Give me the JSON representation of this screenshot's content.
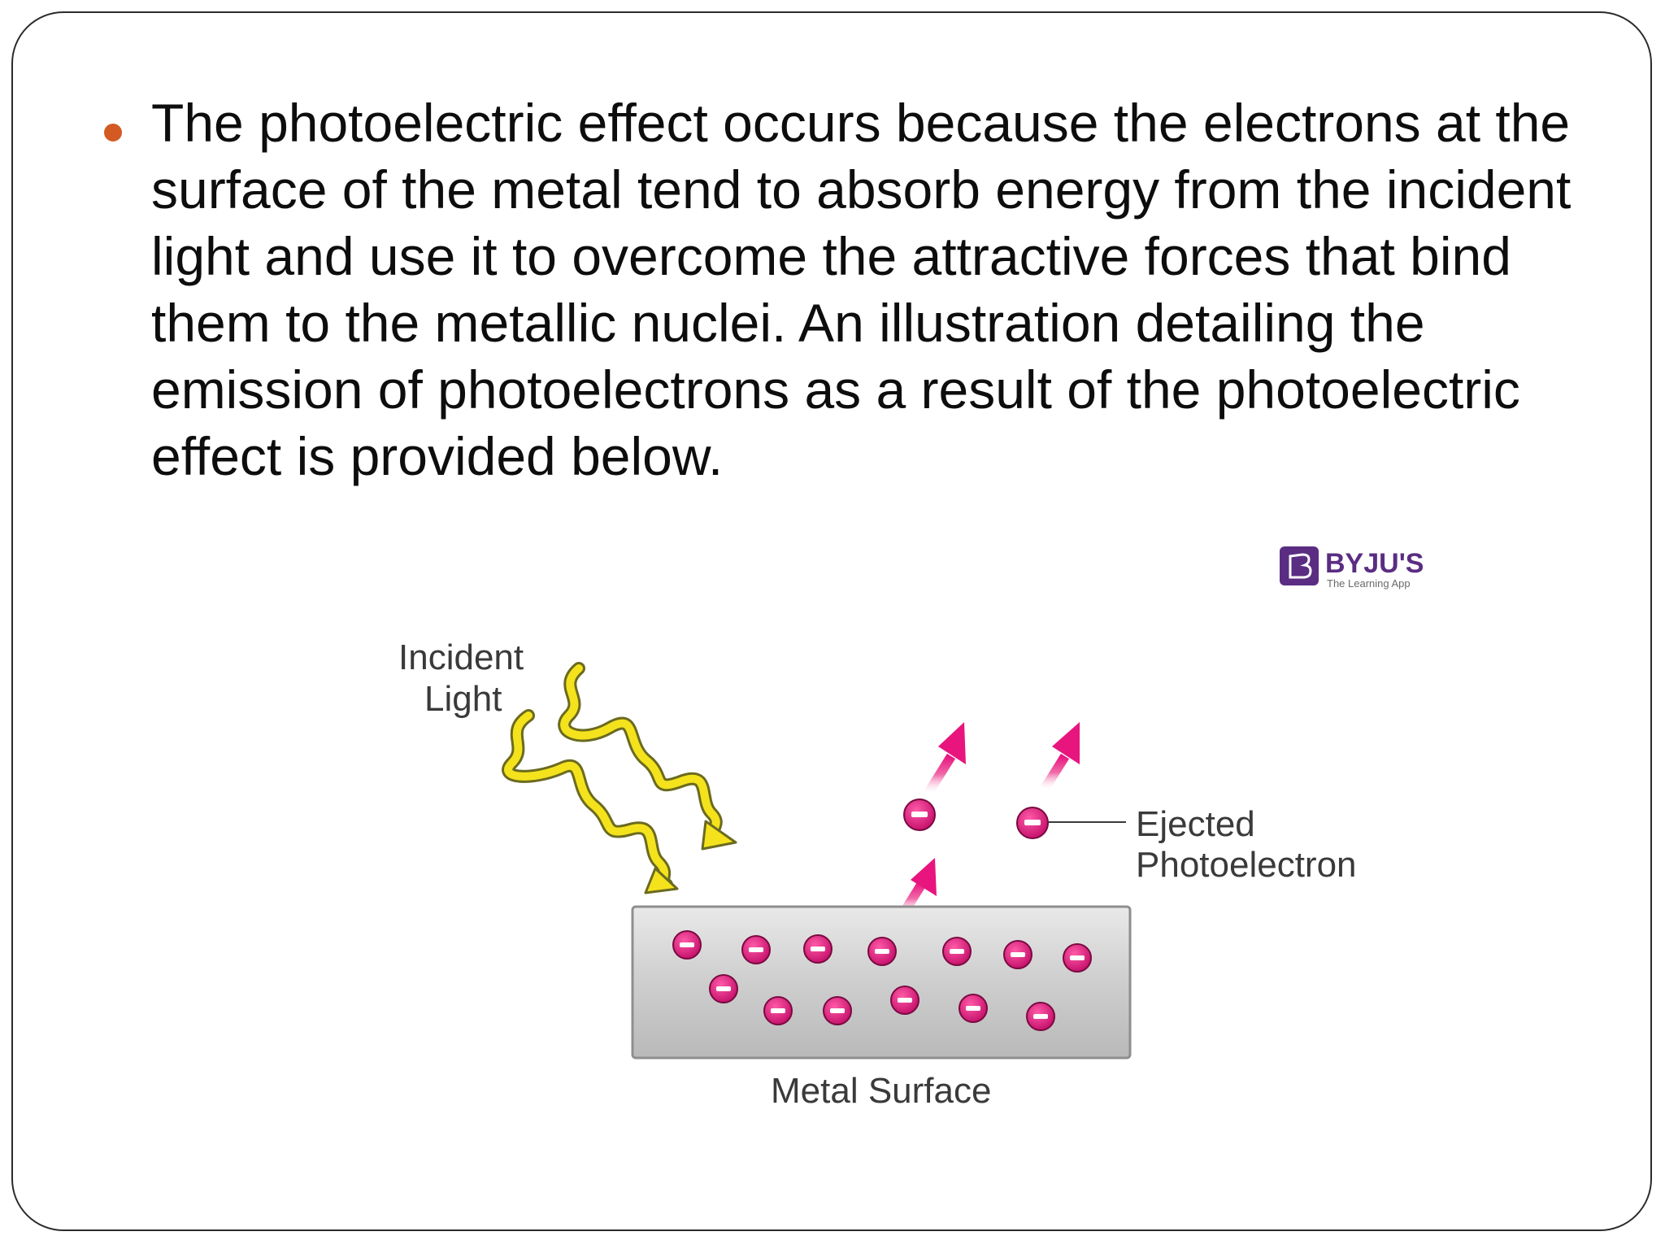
{
  "slide": {
    "paragraph": "The photoelectric effect occurs because the electrons at the surface of the metal tend to absorb energy from the incident light and use it to overcome the attractive forces that bind them to the metallic nuclei. An illustration detailing the emission of photoelectrons as a result of the photoelectric effect is provided below."
  },
  "diagram": {
    "incident_light_line1": "Incident",
    "incident_light_line2": "Light",
    "ejected_line1": "Ejected",
    "ejected_line2": "Photoelectron",
    "metal_surface": "Metal Surface",
    "electron_symbol": "−"
  },
  "logo": {
    "name": "BYJU'S",
    "tagline": "The Learning App"
  },
  "colors": {
    "bullet": "#d35a22",
    "electron": "#e0157a",
    "wave": "#f2e21a",
    "arrow": "#e8157f",
    "brand": "#5a2d82"
  }
}
